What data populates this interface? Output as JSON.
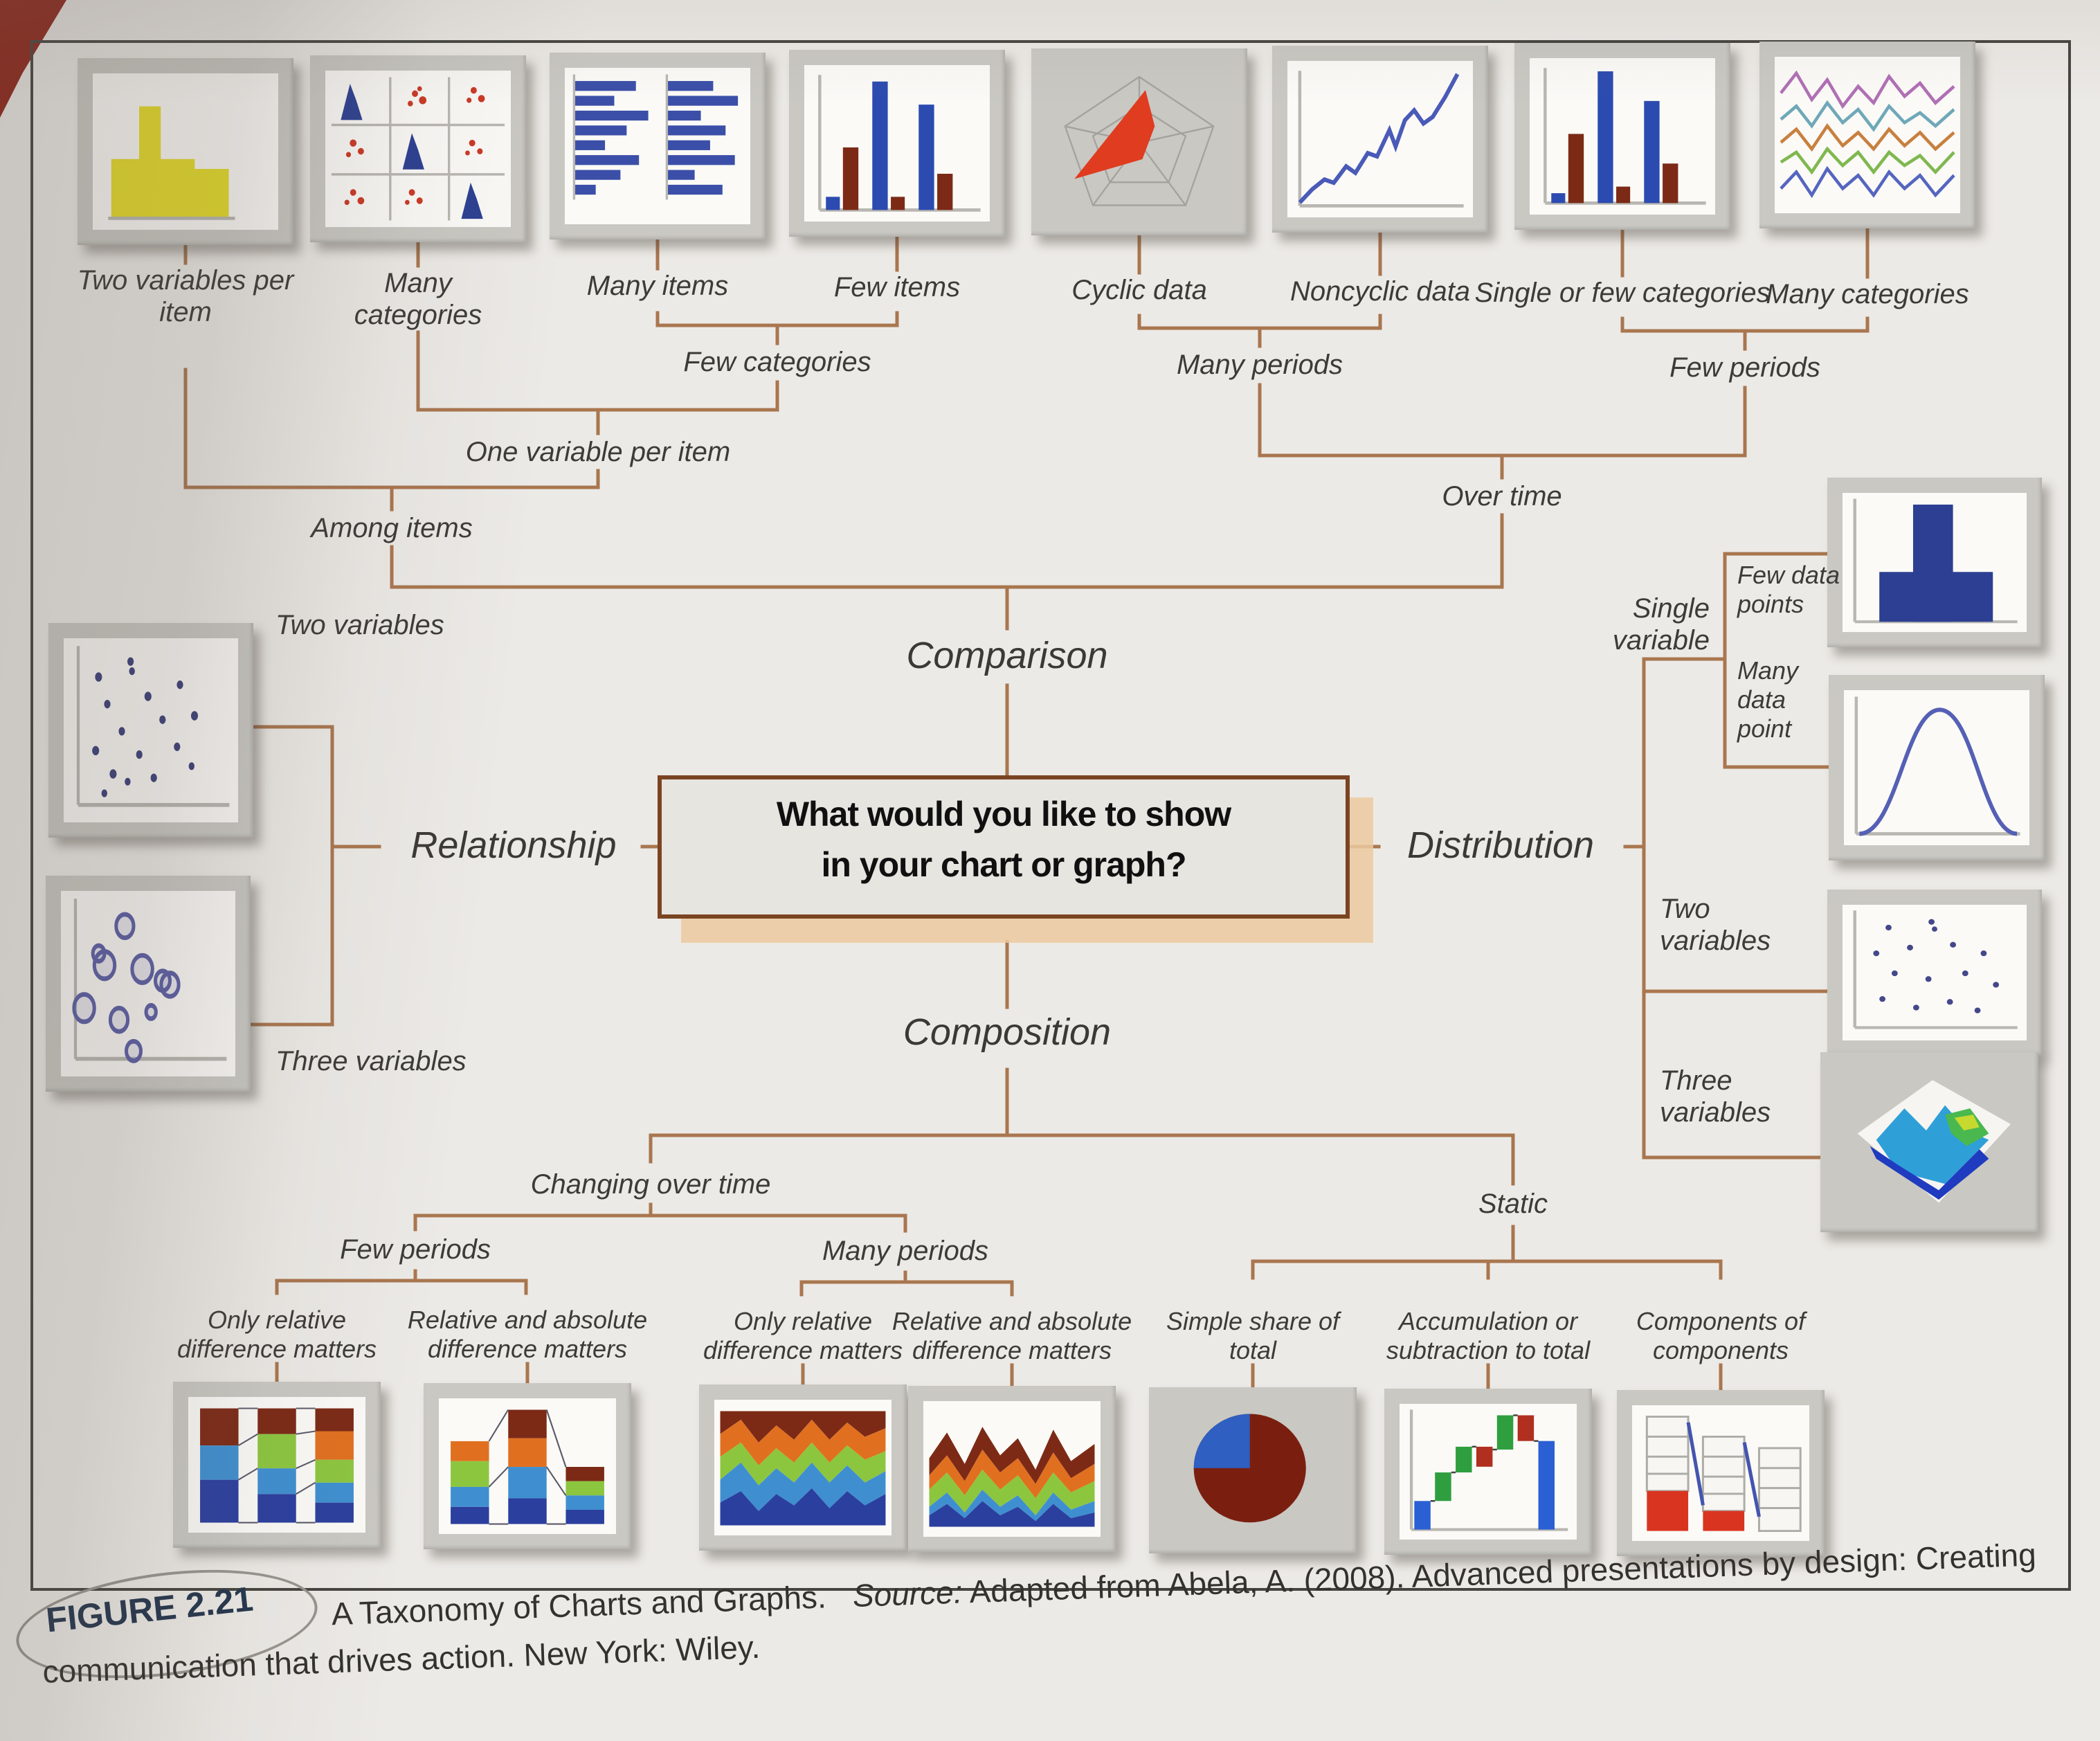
{
  "center_box": {
    "line1": "What would you like to show",
    "line2": "in your chart or graph?"
  },
  "branches": {
    "comparison": "Comparison",
    "relationship": "Relationship",
    "distribution": "Distribution",
    "composition": "Composition"
  },
  "comparison_tree": {
    "two_variables_per_item": "Two variables per item",
    "many_categories_matrix": "Many categories",
    "many_items": "Many items",
    "few_items": "Few items",
    "cyclic_data": "Cyclic data",
    "noncyclic_data": "Noncyclic data",
    "single_or_few_categories": "Single or few categories",
    "many_categories_lines": "Many categories",
    "few_categories": "Few categories",
    "many_periods": "Many periods",
    "few_periods": "Few periods",
    "one_variable_per_item": "One variable per item",
    "among_items": "Among items",
    "over_time": "Over time"
  },
  "relationship_tree": {
    "two_variables": "Two variables",
    "three_variables": "Three variables"
  },
  "distribution_tree": {
    "single_variable": "Single variable",
    "few_data_points": "Few data points",
    "many_data_point": "Many data point",
    "two_variables": "Two variables",
    "three_variables": "Three variables"
  },
  "composition_tree": {
    "changing_over_time": "Changing over time",
    "few_periods": "Few periods",
    "many_periods": "Many periods",
    "static": "Static",
    "only_relative_few": "Only relative difference matters",
    "relative_absolute_few": "Relative and absolute difference matters",
    "only_relative_many": "Only relative difference matters",
    "relative_absolute_many": "Relative and absolute difference matters",
    "simple_share": "Simple share of total",
    "accumulation": "Accumulation or subtraction to total",
    "components": "Components of components"
  },
  "caption": {
    "figure_label": "FIGURE 2.21",
    "title": "A Taxonomy of Charts and Graphs.",
    "source_label": "Source:",
    "source_text": "Adapted from Abela, A. (2008). Advanced presentations by design: Creating communication that drives action. New York: Wiley."
  },
  "icons": {
    "variable_width_column_chart": "yellow stepped column shape",
    "scatter_matrix": "3x3 grid of histograms and scatters",
    "horizontal_bar_charts": "paired blue horizontal bars",
    "column_chart_few_items": "blue and dark-red columns",
    "radar_chart": "gray web with red filled area",
    "line_chart": "rising blue jagged line",
    "column_chart_single_few": "blue and dark-red columns",
    "multi_line_chart": "many colored wiggly lines",
    "scatter_plot": "dark blue dots",
    "bubble_chart": "open blue circles",
    "histogram": "blue block histogram",
    "bell_curve": "blue normal curve",
    "surface_chart": "blue-green 3D surface",
    "stacked_100_bar": "full-height stacked columns with connectors",
    "stacked_column": "stacked columns varying heights",
    "stacked_100_area": "full stacked jagged area",
    "stacked_area": "stacked jagged area with headroom",
    "pie_chart": "maroon pie with blue quarter",
    "waterfall_chart": "green red blue floating steps",
    "subcomponents_chart": "outlined stacks with red base and blue links"
  },
  "colors": {
    "connector": "#a9764f",
    "box_border": "#7a4423",
    "box_fill": "#e7e5e0",
    "box_shadow": "#ecca9f",
    "label_text": "#3c3b37",
    "caption_label": "#25364d",
    "page_bg": "#eceae6",
    "bar_blue": "#2c4bb0",
    "bar_dark_red": "#7c2a16",
    "accent_yellow": "#e6dd28"
  }
}
